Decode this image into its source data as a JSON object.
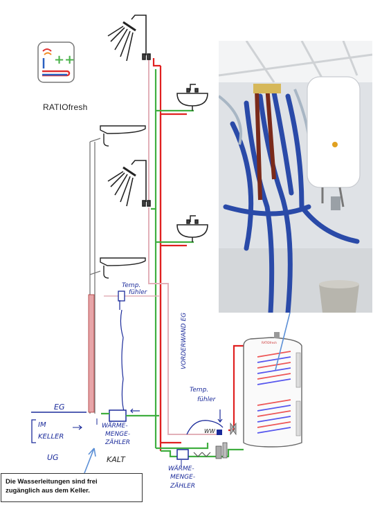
{
  "brand": {
    "name": "RATIOfresh"
  },
  "labels": {
    "temp_top": [
      "Temp.",
      "fühler"
    ],
    "vorderwand": "VORDERWAND EG",
    "eg": "EG",
    "im_keller": [
      "IM",
      "KELLER"
    ],
    "ug": "UG",
    "wmz_top": [
      "WÄRME-",
      "MENGE-",
      "ZÄHLER"
    ],
    "kalt": "KALT",
    "temp_bottom": [
      "Temp.",
      "fühler"
    ],
    "ww": "WW",
    "wmz_bottom": [
      "WÄRME-",
      "MENGE-",
      "ZÄHLER"
    ]
  },
  "note": {
    "line1": "Die Wasserleitungen sind frei",
    "line2": "zugänglich aus dem Keller."
  },
  "colors": {
    "hot_pipe": "#e02020",
    "cold_pipe": "#3fae3f",
    "circulation_pipe": "#e2b0b8",
    "annotation_ink": "#1a2a9a",
    "arrow_blue": "#5b8fd6"
  }
}
